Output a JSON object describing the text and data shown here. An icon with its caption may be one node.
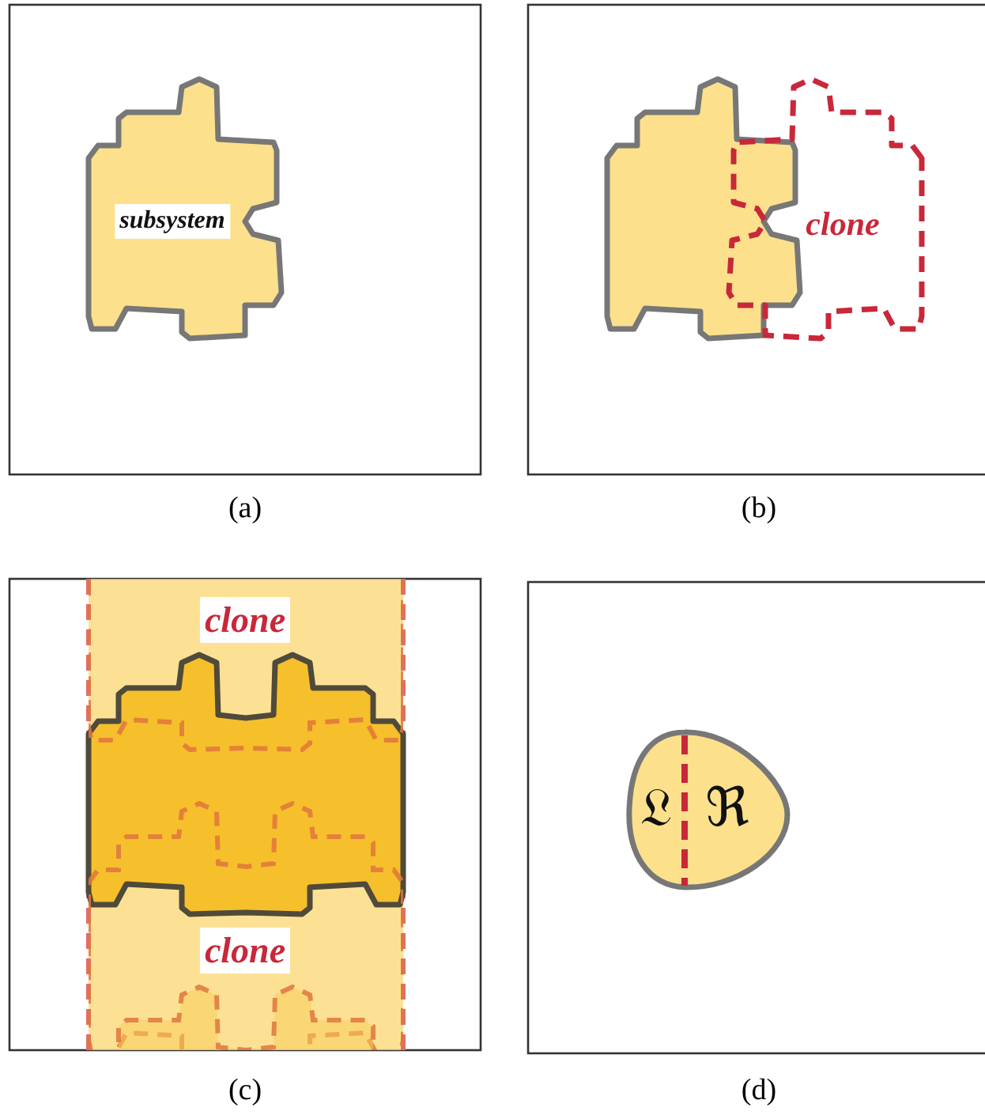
{
  "diagram": {
    "nodes": [
      {
        "text": [
          "subsystem"
        ]
      },
      {
        "text": [],
        "shape": "blob"
      },
      {
        "text": [
          "clone"
        ]
      },
      {
        "text": [
          "clone",
          "clone"
        ]
      },
      {
        "text": [],
        "shape": "blob",
        "in": 3
      },
      {
        "text": [
          "𝔏",
          "ℜ"
        ]
      }
    ],
    "labels": [
      "(a)",
      "(b)",
      "(c)",
      "(d)"
    ]
  }
}
